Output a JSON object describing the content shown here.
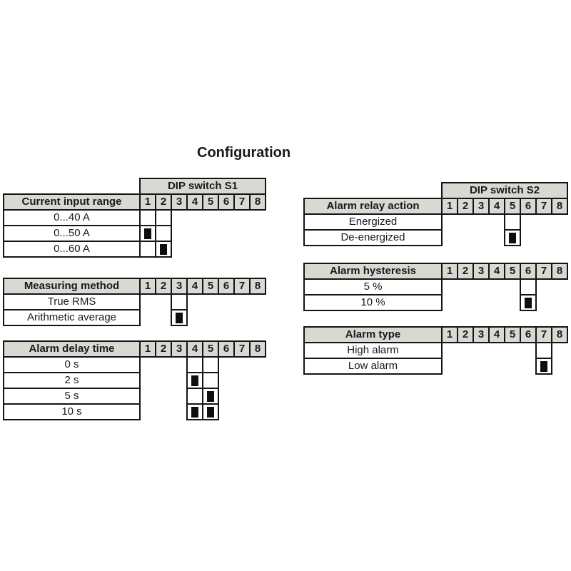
{
  "title": "Configuration",
  "columns": [
    "1",
    "2",
    "3",
    "4",
    "5",
    "6",
    "7",
    "8"
  ],
  "colors": {
    "header_bg": "#d9d8d3",
    "border": "#141414",
    "mark": "#0e0e0e",
    "page_bg": "#ffffff"
  },
  "s1": {
    "dip_label": "DIP switch S1",
    "tables": [
      {
        "header": "Current input range",
        "active_columns": [
          1,
          2
        ],
        "rows": [
          {
            "label": "0...40 A",
            "switches_on": []
          },
          {
            "label": "0...50 A",
            "switches_on": [
              1
            ]
          },
          {
            "label": "0...60 A",
            "switches_on": [
              2
            ]
          }
        ]
      },
      {
        "header": "Measuring method",
        "active_columns": [
          3
        ],
        "rows": [
          {
            "label": "True RMS",
            "switches_on": []
          },
          {
            "label": "Arithmetic average",
            "switches_on": [
              3
            ]
          }
        ]
      },
      {
        "header": "Alarm delay time",
        "active_columns": [
          4,
          5
        ],
        "rows": [
          {
            "label": "0 s",
            "switches_on": []
          },
          {
            "label": "2 s",
            "switches_on": [
              4
            ]
          },
          {
            "label": "5 s",
            "switches_on": [
              5
            ]
          },
          {
            "label": "10 s",
            "switches_on": [
              4,
              5
            ]
          }
        ]
      }
    ]
  },
  "s2": {
    "dip_label": "DIP switch S2",
    "tables": [
      {
        "header": "Alarm relay action",
        "active_columns": [
          5
        ],
        "rows": [
          {
            "label": "Energized",
            "switches_on": []
          },
          {
            "label": "De-energized",
            "switches_on": [
              5
            ]
          }
        ]
      },
      {
        "header": "Alarm hysteresis",
        "active_columns": [
          6
        ],
        "rows": [
          {
            "label": "5 %",
            "switches_on": []
          },
          {
            "label": "10 %",
            "switches_on": [
              6
            ]
          }
        ]
      },
      {
        "header": "Alarm type",
        "active_columns": [
          7
        ],
        "rows": [
          {
            "label": "High alarm",
            "switches_on": []
          },
          {
            "label": "Low alarm",
            "switches_on": [
              7
            ]
          }
        ]
      }
    ]
  }
}
